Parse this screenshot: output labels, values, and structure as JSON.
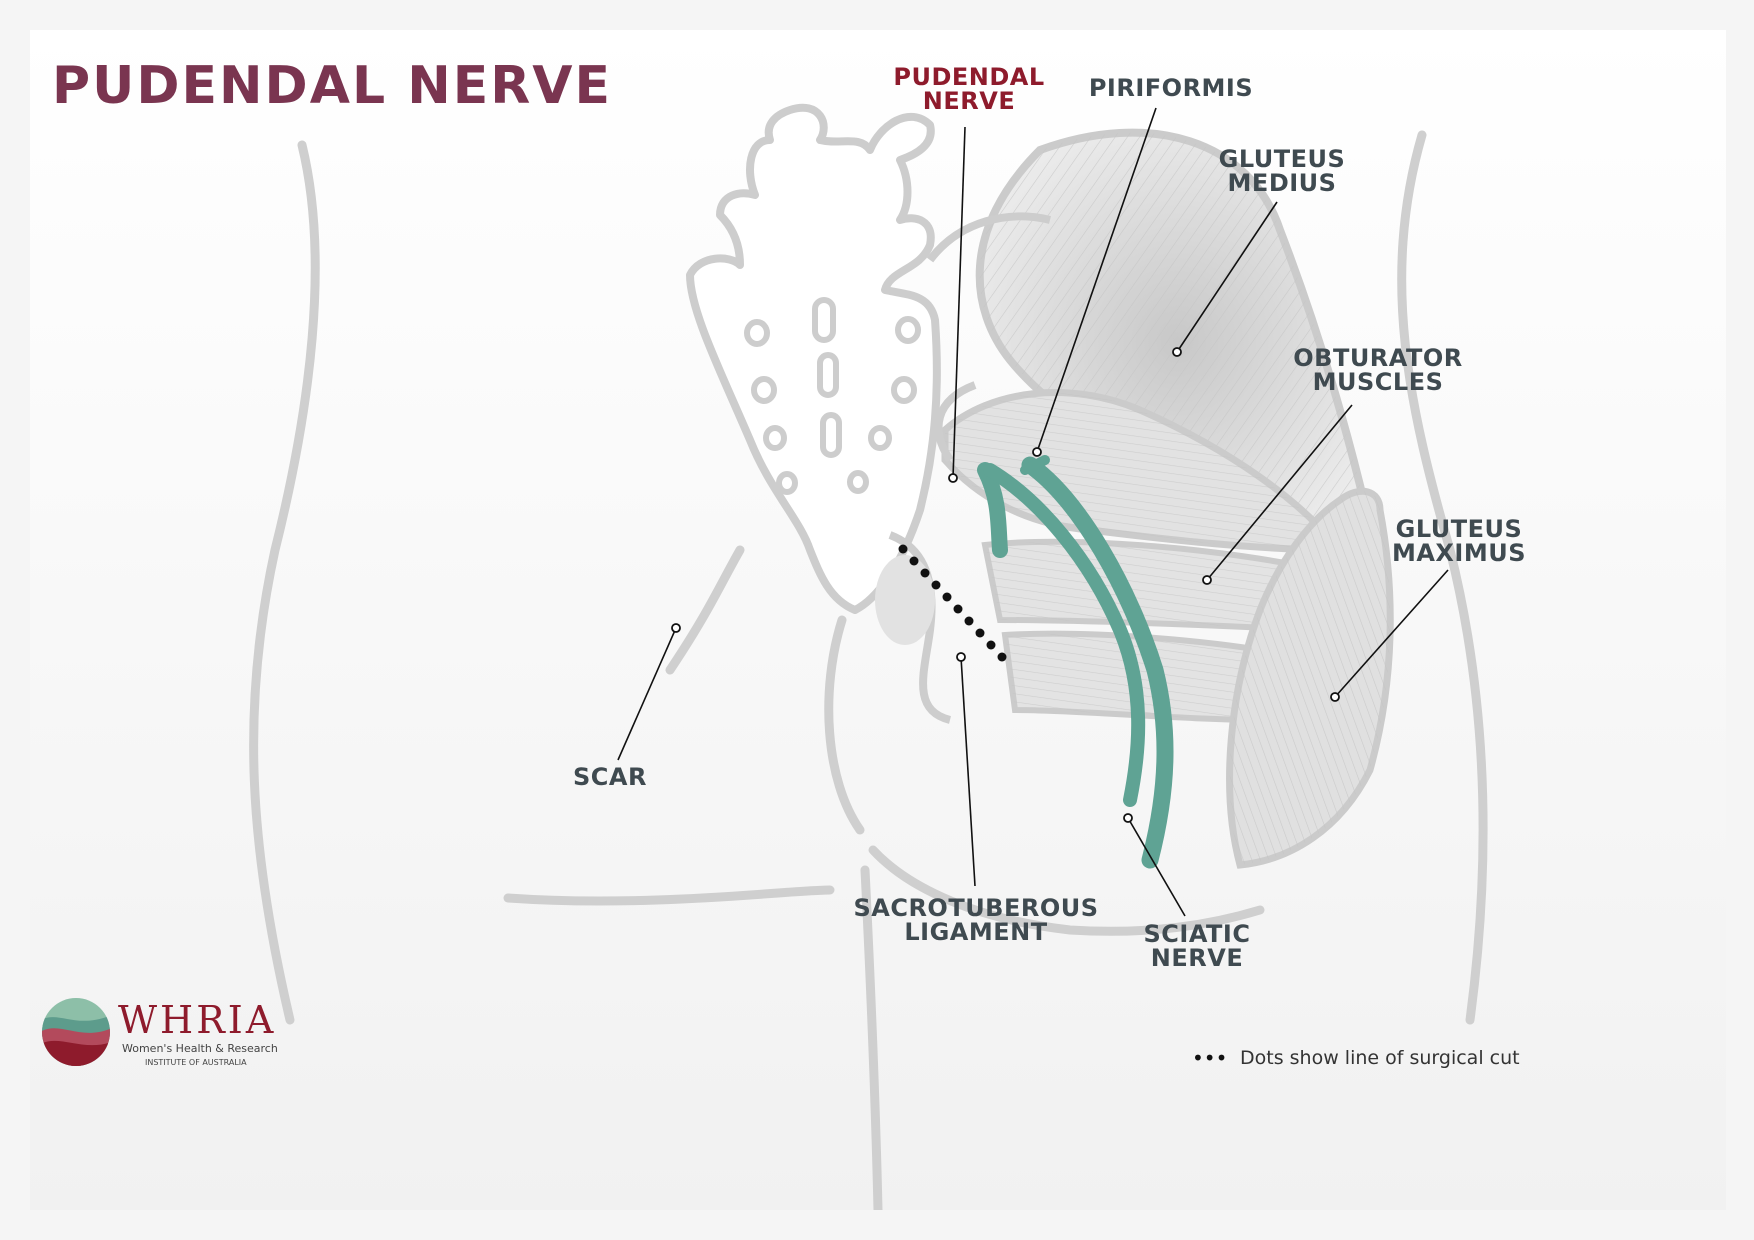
{
  "title": "PUDENDAL NERVE",
  "labels": {
    "pudendal_nerve": [
      "PUDENDAL",
      "NERVE"
    ],
    "piriformis": [
      "PIRIFORMIS"
    ],
    "gluteus_medius": [
      "GLUTEUS",
      "MEDIUS"
    ],
    "obturator_muscles": [
      "OBTURATOR",
      "MUSCLES"
    ],
    "gluteus_maximus": [
      "GLUTEUS",
      "MAXIMUS"
    ],
    "scar": [
      "SCAR"
    ],
    "sacrotuberous_ligament": [
      "SACROTUBEROUS",
      "LIGAMENT"
    ],
    "sciatic_nerve": [
      "SCIATIC",
      "NERVE"
    ]
  },
  "logo": {
    "name": "WHRIA",
    "line1": "Women's Health & Research",
    "line2": "INSTITUTE OF AUSTRALIA"
  },
  "legend": {
    "dots": "•••",
    "text": "Dots show line of surgical cut"
  },
  "colors": {
    "title": "#7a3550",
    "nerve_label": "#8e1b2c",
    "label": "#3f4a50",
    "nerve": "#5fa394",
    "outline": "#c9c9c9",
    "muscle": "#dcdcdc"
  }
}
